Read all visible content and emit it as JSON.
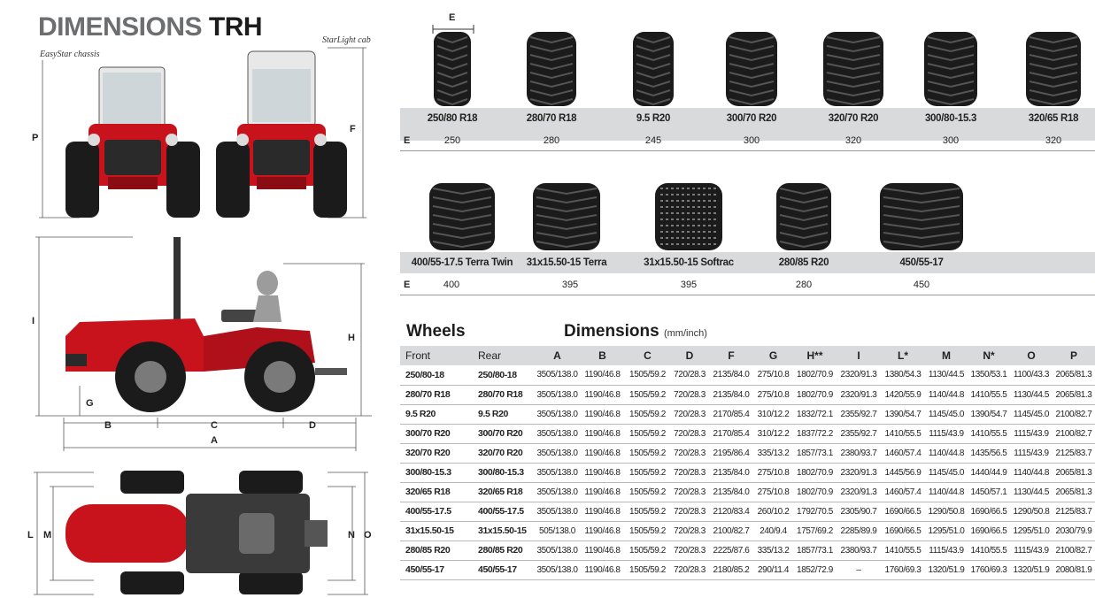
{
  "header": {
    "title_light": "DIMENSIONS",
    "title_bold": "TRH",
    "chassis_left": "EasyStar chassis",
    "chassis_right": "StarLight cab"
  },
  "drawing_letters": {
    "front_left": "P",
    "front_right": "F",
    "side_left": "I",
    "side_right": "H",
    "side_g": "G",
    "side_b": "B",
    "side_c": "C",
    "side_d": "D",
    "side_a": "A",
    "top_l": "L",
    "top_m": "M",
    "top_n": "N",
    "top_o": "O"
  },
  "tyres": {
    "e_dim_label": "E",
    "e_row_label": "E",
    "row1": [
      {
        "name": "250/80 R18",
        "e": "250"
      },
      {
        "name": "280/70 R18",
        "e": "280"
      },
      {
        "name": "9.5 R20",
        "e": "245"
      },
      {
        "name": "300/70 R20",
        "e": "300"
      },
      {
        "name": "320/70 R20",
        "e": "320"
      },
      {
        "name": "300/80-15.3",
        "e": "300"
      },
      {
        "name": "320/65 R18",
        "e": "320"
      }
    ],
    "row2": [
      {
        "name": "400/55-17.5 Terra Twin",
        "e": "400"
      },
      {
        "name": "31x15.50-15 Terra",
        "e": "395"
      },
      {
        "name": "31x15.50-15 Softrac",
        "e": "395"
      },
      {
        "name": "280/85 R20",
        "e": "280"
      },
      {
        "name": "450/55-17",
        "e": "450"
      }
    ]
  },
  "table": {
    "wheels_title": "Wheels",
    "dims_title": "Dimensions",
    "dims_unit": "(mm/inch)",
    "col_front": "Front",
    "col_rear": "Rear",
    "columns": [
      "A",
      "B",
      "C",
      "D",
      "F",
      "G",
      "H**",
      "I",
      "L*",
      "M",
      "N*",
      "O",
      "P"
    ],
    "rows": [
      {
        "front": "250/80-18",
        "rear": "250/80-18",
        "values": [
          "3505/138.0",
          "1190/46.8",
          "1505/59.2",
          "720/28.3",
          "2135/84.0",
          "275/10.8",
          "1802/70.9",
          "2320/91.3",
          "1380/54.3",
          "1130/44.5",
          "1350/53.1",
          "1100/43.3",
          "2065/81.3"
        ]
      },
      {
        "front": "280/70 R18",
        "rear": "280/70 R18",
        "values": [
          "3505/138.0",
          "1190/46.8",
          "1505/59.2",
          "720/28.3",
          "2135/84.0",
          "275/10.8",
          "1802/70.9",
          "2320/91.3",
          "1420/55.9",
          "1140/44.8",
          "1410/55.5",
          "1130/44.5",
          "2065/81.3"
        ]
      },
      {
        "front": "9.5 R20",
        "rear": "9.5 R20",
        "values": [
          "3505/138.0",
          "1190/46.8",
          "1505/59.2",
          "720/28.3",
          "2170/85.4",
          "310/12.2",
          "1832/72.1",
          "2355/92.7",
          "1390/54.7",
          "1145/45.0",
          "1390/54.7",
          "1145/45.0",
          "2100/82.7"
        ]
      },
      {
        "front": "300/70 R20",
        "rear": "300/70 R20",
        "values": [
          "3505/138.0",
          "1190/46.8",
          "1505/59.2",
          "720/28.3",
          "2170/85.4",
          "310/12.2",
          "1837/72.2",
          "2355/92.7",
          "1410/55.5",
          "1115/43.9",
          "1410/55.5",
          "1115/43.9",
          "2100/82.7"
        ]
      },
      {
        "front": "320/70 R20",
        "rear": "320/70 R20",
        "values": [
          "3505/138.0",
          "1190/46.8",
          "1505/59.2",
          "720/28.3",
          "2195/86.4",
          "335/13.2",
          "1857/73.1",
          "2380/93.7",
          "1460/57.4",
          "1140/44.8",
          "1435/56.5",
          "1115/43.9",
          "2125/83.7"
        ]
      },
      {
        "front": "300/80-15.3",
        "rear": "300/80-15.3",
        "values": [
          "3505/138.0",
          "1190/46.8",
          "1505/59.2",
          "720/28.3",
          "2135/84.0",
          "275/10.8",
          "1802/70.9",
          "2320/91.3",
          "1445/56.9",
          "1145/45.0",
          "1440/44.9",
          "1140/44.8",
          "2065/81.3"
        ]
      },
      {
        "front": "320/65 R18",
        "rear": "320/65 R18",
        "values": [
          "3505/138.0",
          "1190/46.8",
          "1505/59.2",
          "720/28.3",
          "2135/84.0",
          "275/10.8",
          "1802/70.9",
          "2320/91.3",
          "1460/57.4",
          "1140/44.8",
          "1450/57.1",
          "1130/44.5",
          "2065/81.3"
        ]
      },
      {
        "front": "400/55-17.5",
        "rear": "400/55-17.5",
        "values": [
          "3505/138.0",
          "1190/46.8",
          "1505/59.2",
          "720/28.3",
          "2120/83.4",
          "260/10.2",
          "1792/70.5",
          "2305/90.7",
          "1690/66.5",
          "1290/50.8",
          "1690/66.5",
          "1290/50.8",
          "2125/83.7"
        ]
      },
      {
        "front": "31x15.50-15",
        "rear": "31x15.50-15",
        "values": [
          "505/138.0",
          "1190/46.8",
          "1505/59.2",
          "720/28.3",
          "2100/82.7",
          "240/9.4",
          "1757/69.2",
          "2285/89.9",
          "1690/66.5",
          "1295/51.0",
          "1690/66.5",
          "1295/51.0",
          "2030/79.9"
        ]
      },
      {
        "front": "280/85 R20",
        "rear": "280/85 R20",
        "values": [
          "3505/138.0",
          "1190/46.8",
          "1505/59.2",
          "720/28.3",
          "2225/87.6",
          "335/13.2",
          "1857/73.1",
          "2380/93.7",
          "1410/55.5",
          "1115/43.9",
          "1410/55.5",
          "1115/43.9",
          "2100/82.7"
        ]
      },
      {
        "front": "450/55-17",
        "rear": "450/55-17",
        "values": [
          "3505/138.0",
          "1190/46.8",
          "1505/59.2",
          "720/28.3",
          "2180/85.2",
          "290/11.4",
          "1852/72.9",
          "–",
          "1760/69.3",
          "1320/51.9",
          "1760/69.3",
          "1320/51.9",
          "2080/81.9"
        ]
      }
    ]
  },
  "colors": {
    "tractor_red": "#c8131d",
    "tyre_black": "#1b1b1b",
    "band_gray": "#d9dadb",
    "title_gray": "#6d6e70"
  }
}
